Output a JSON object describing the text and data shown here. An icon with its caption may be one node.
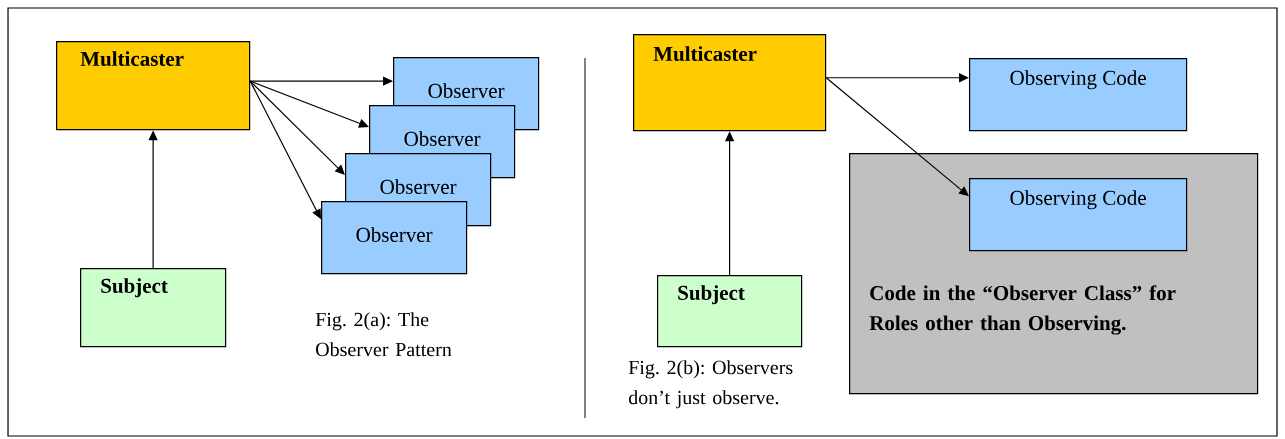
{
  "diagram": {
    "nodes": [
      {
        "text": [
          "Multicaster"
        ]
      },
      {
        "text": [
          "Observer"
        ]
      },
      {
        "text": [
          "Observer"
        ]
      },
      {
        "text": [
          "Observer"
        ]
      },
      {
        "text": [
          "Observer"
        ]
      },
      {
        "text": [
          "Subject"
        ]
      },
      {
        "text": [
          "Multicaster"
        ]
      },
      {
        "text": [
          "Observing Code"
        ]
      },
      {
        "text": [
          "Code in the “Observer Class” for Roles other than Observing."
        ]
      },
      {
        "text": [
          "Observing Code"
        ],
        "in": 8
      },
      {
        "text": [
          "Subject"
        ]
      }
    ],
    "edges": [
      {
        "from": 5,
        "to": 0,
        "arrow": "to"
      },
      {
        "from": 0,
        "to": 1,
        "arrow": "to"
      },
      {
        "from": 0,
        "to": 2,
        "arrow": "to"
      },
      {
        "from": 0,
        "to": 3,
        "arrow": "to"
      },
      {
        "from": 0,
        "to": 4,
        "arrow": "to"
      },
      {
        "from": 10,
        "to": 6,
        "arrow": "to"
      },
      {
        "from": 6,
        "to": 7,
        "arrow": "to"
      },
      {
        "from": 6,
        "to": 9,
        "arrow": "to"
      }
    ],
    "labels": [
      "Fig. 2(a): The Observer Pattern",
      "Fig. 2(b): Observers don’t just observe."
    ]
  }
}
